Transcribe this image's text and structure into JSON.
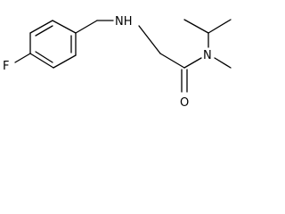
{
  "molecule": {
    "atoms": {
      "fluorine": "F",
      "amine_nitrogen": "NH",
      "amide_nitrogen": "N",
      "carbonyl_oxygen": "O"
    },
    "colors": {
      "line": "#000000",
      "background": "#ffffff"
    }
  }
}
